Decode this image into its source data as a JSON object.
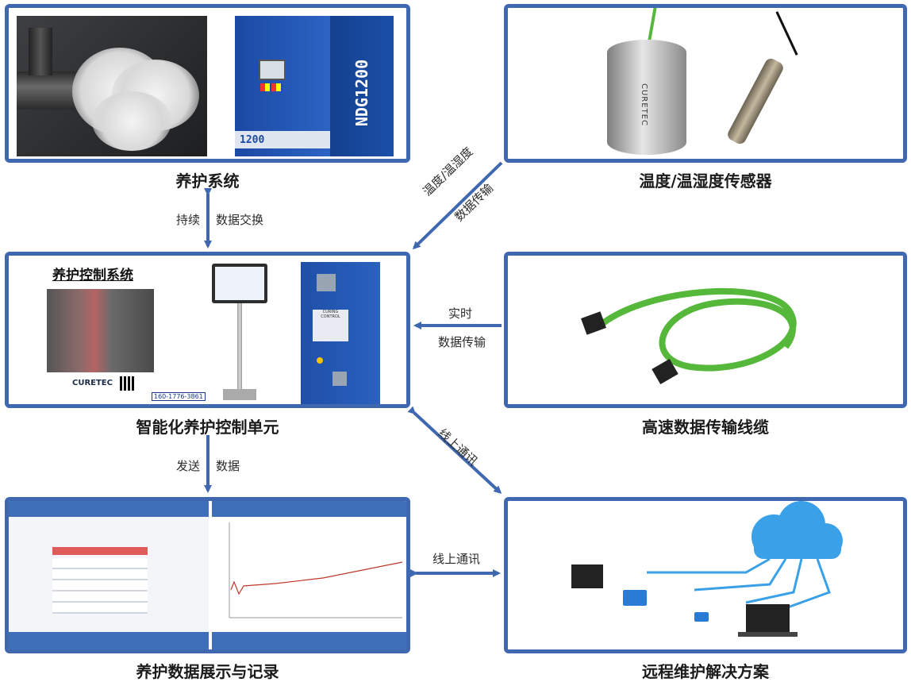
{
  "nodes": {
    "curing_system": {
      "caption": "养护系统",
      "machine_model": "NDG1200",
      "machine_badge": "1200"
    },
    "sensor": {
      "caption": "温度/温湿度传感器",
      "brand": "CURETEC"
    },
    "control_unit": {
      "caption": "智能化养护控制单元",
      "poster_title": "养护控制系统",
      "logo_text": "CURETEC",
      "phone": "160-1776-3861",
      "panel_label": "CURING CONTROL"
    },
    "cable": {
      "caption": "高速数据传输线缆"
    },
    "data_display": {
      "caption": "养护数据展示与记录"
    },
    "remote": {
      "caption": "远程维护解决方案"
    }
  },
  "edges": {
    "system_control": {
      "label_left": "持续",
      "label_right": "数据交换"
    },
    "sensor_control": {
      "line1": "温度/温湿度",
      "line2": "数据传输"
    },
    "cable_control": {
      "line1": "实时",
      "line2": "数据传输"
    },
    "control_display": {
      "label_left": "发送",
      "label_right": "数据"
    },
    "control_remote": {
      "label": "线上通讯"
    },
    "display_remote": {
      "label": "线上通讯"
    }
  },
  "colors": {
    "frame": "#3f68b0",
    "arrow": "#3f68b0",
    "cable_green": "#55b83a",
    "cabinet_blue": "#1f4fa8"
  }
}
